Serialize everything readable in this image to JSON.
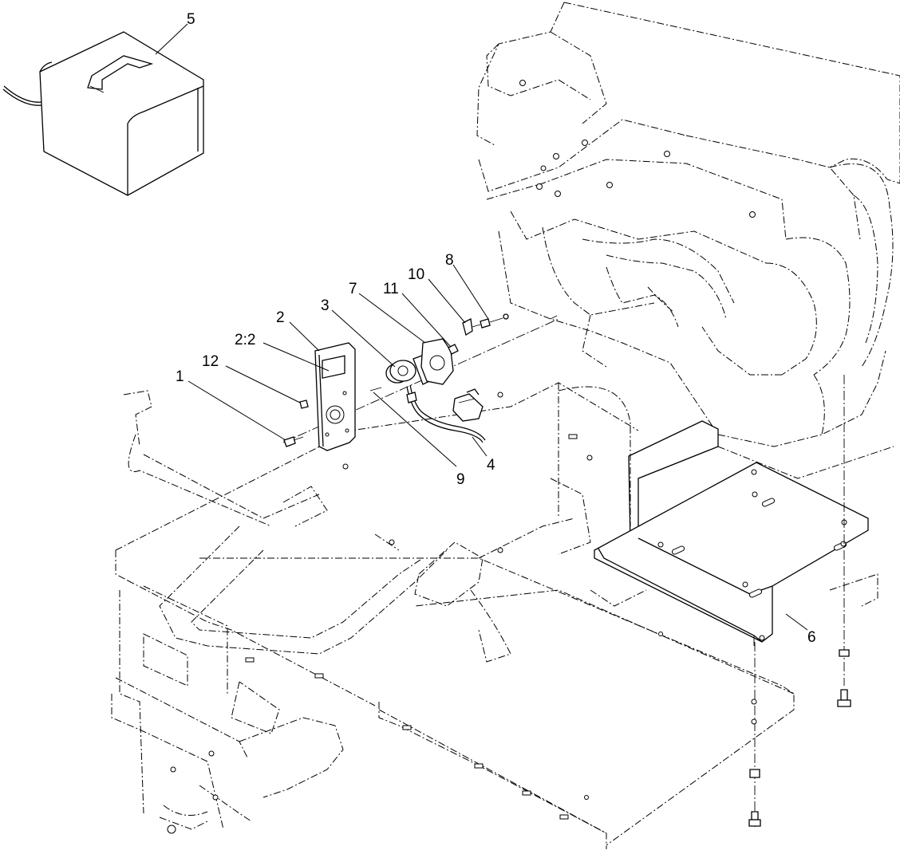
{
  "callouts": [
    {
      "id": "1",
      "label": "1"
    },
    {
      "id": "12",
      "label": "12"
    },
    {
      "id": "2-2",
      "label": "2:2"
    },
    {
      "id": "2",
      "label": "2"
    },
    {
      "id": "3",
      "label": "3"
    },
    {
      "id": "7",
      "label": "7"
    },
    {
      "id": "11",
      "label": "11"
    },
    {
      "id": "10",
      "label": "10"
    },
    {
      "id": "8",
      "label": "8"
    },
    {
      "id": "9",
      "label": "9"
    },
    {
      "id": "4",
      "label": "4"
    },
    {
      "id": "5",
      "label": "5"
    },
    {
      "id": "6",
      "label": "6"
    }
  ]
}
